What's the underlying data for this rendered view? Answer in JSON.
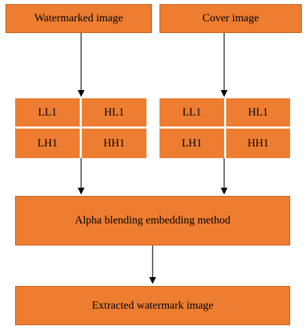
{
  "diagram": {
    "top_left_box": "Watermarked image",
    "top_right_box": "Cover image",
    "left_grid": [
      "LL1",
      "HL1",
      "LH1",
      "HH1"
    ],
    "right_grid": [
      "LL1",
      "HL1",
      "LH1",
      "HH1"
    ],
    "middle_box": "Alpha blending embedding method",
    "bottom_box": "Extracted watermark image"
  },
  "colors": {
    "box_fill": "#ED7D31",
    "box_border": "#C55A11",
    "arrow": "#000000",
    "text": "#000000"
  }
}
